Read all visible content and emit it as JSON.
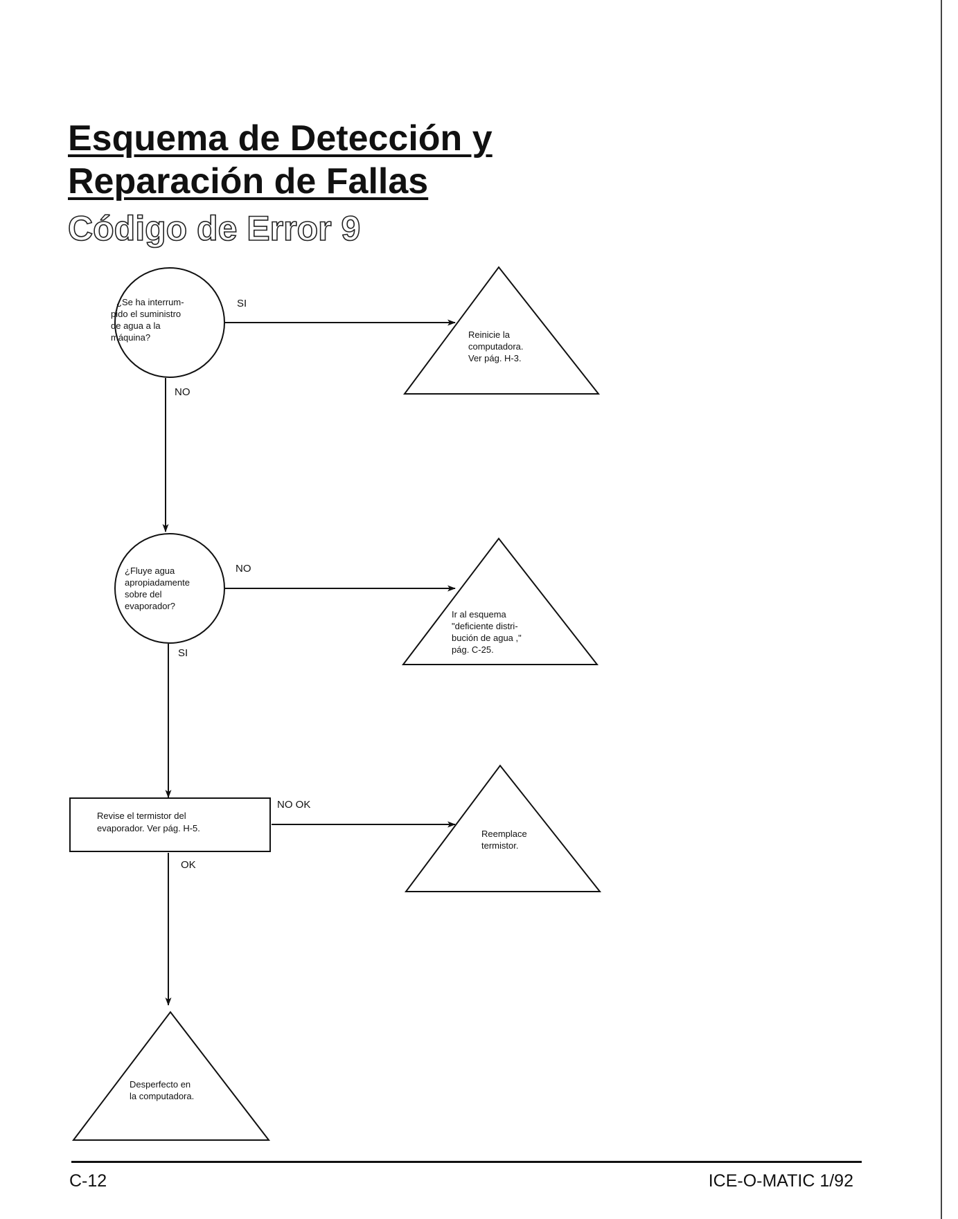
{
  "title_line_1": "Esquema de Detección y",
  "title_line_2": "Reparación de Fallas",
  "subtitle": "Código de Error 9",
  "nodes": {
    "q1": [
      "¿Se ha interrum-",
      "pido el suministro",
      "de agua a la",
      "máquina?"
    ],
    "r1": [
      "Reinicie la",
      "computadora.",
      "Ver pág. H-3."
    ],
    "q2": [
      "¿Fluye agua",
      "apropiadamente",
      "sobre del",
      "evaporador?"
    ],
    "r2": [
      "Ir al esquema",
      "\"deficiente distri-",
      "bución de agua ,\"",
      "pág. C-25."
    ],
    "action": [
      "Revise el termistor del",
      "evaporador.  Ver pág. H-5."
    ],
    "r3": [
      "Reemplace",
      "termistor."
    ],
    "r4": [
      "Desperfecto en",
      "la computadora."
    ]
  },
  "edge_labels": {
    "q1_yes": "SI",
    "q1_no": "NO",
    "q2_no": "NO",
    "q2_yes": "SI",
    "action_nook": "NO OK",
    "action_ok": "OK"
  },
  "footer": {
    "page": "C-12",
    "brand": "ICE-O-MATIC 1/92"
  }
}
